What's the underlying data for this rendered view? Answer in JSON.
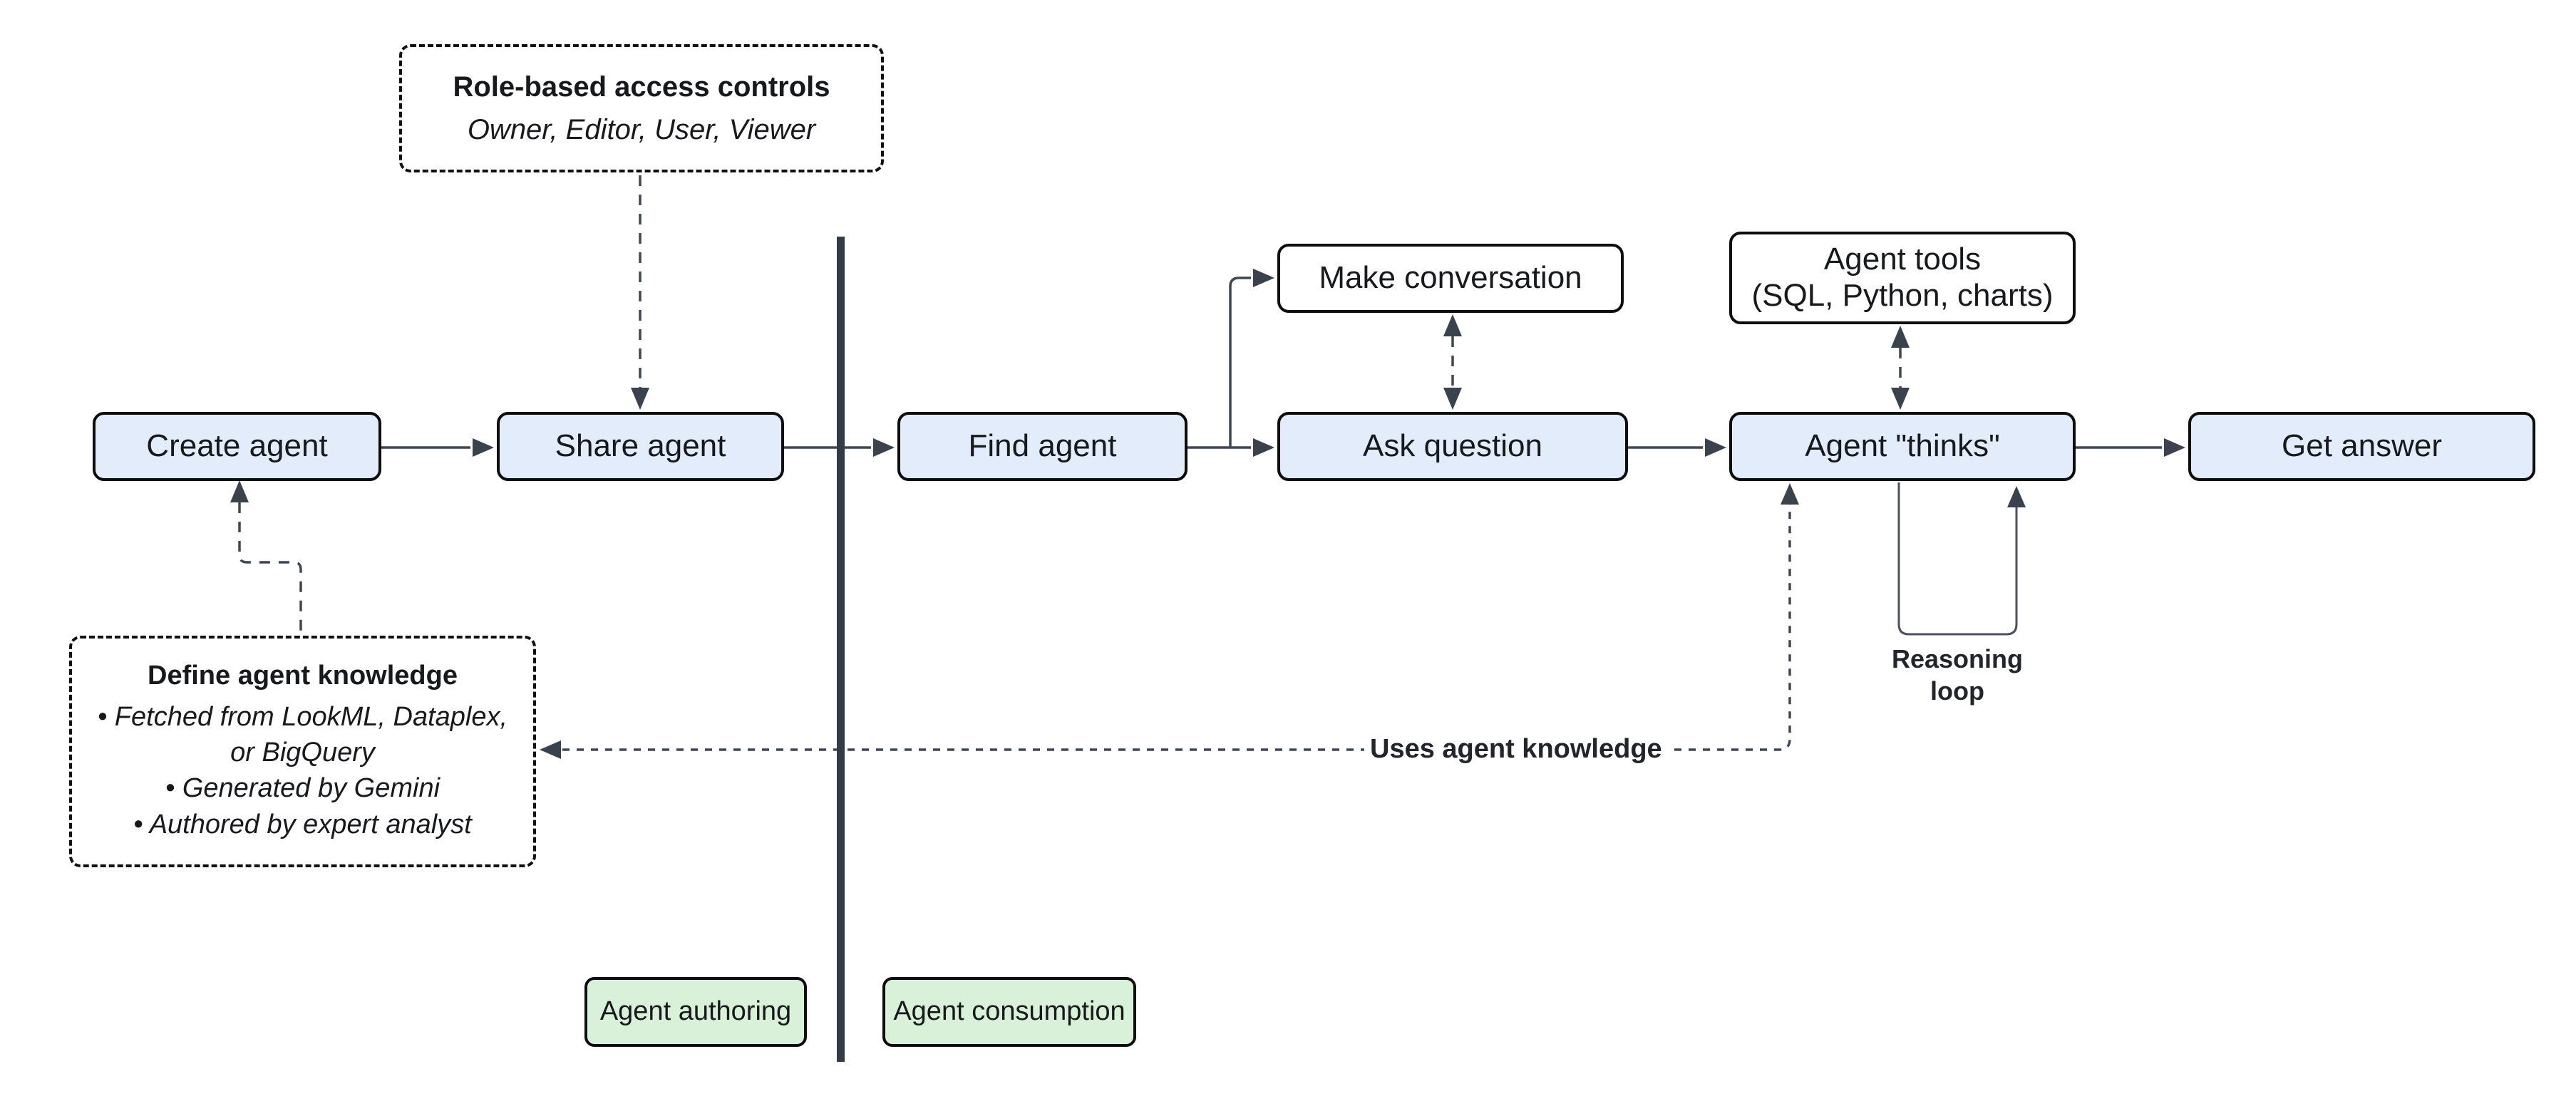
{
  "diagram": {
    "nodes": {
      "rbac": {
        "title": "Role-based access controls",
        "subtitle": "Owner, Editor, User, Viewer"
      },
      "create_agent": {
        "label": "Create agent"
      },
      "share_agent": {
        "label": "Share agent"
      },
      "find_agent": {
        "label": "Find agent"
      },
      "make_conversation": {
        "label": "Make conversation"
      },
      "ask_question": {
        "label": "Ask question"
      },
      "agent_tools": {
        "line1": "Agent tools",
        "line2": "(SQL, Python, charts)"
      },
      "agent_thinks": {
        "label": "Agent \"thinks\""
      },
      "get_answer": {
        "label": "Get answer"
      },
      "define_knowledge": {
        "title": "Define agent knowledge",
        "bullets": [
          "• Fetched from LookML, Dataplex, or BigQuery",
          "• Generated by Gemini",
          "• Authored by expert analyst"
        ]
      }
    },
    "labels": {
      "reasoning_loop": {
        "line1": "Reasoning",
        "line2": "loop"
      },
      "uses_agent_knowledge": "Uses agent knowledge"
    },
    "zones": {
      "agent_authoring": "Agent authoring",
      "agent_consumption": "Agent consumption"
    },
    "colors": {
      "node_fill_blue": "#e3ecfa",
      "node_fill_white": "#ffffff",
      "zone_fill_green": "#daf1d9",
      "node_border": "#0d0d0d",
      "connector": "#3e4752",
      "arrowhead": "#39424d",
      "divider": "#333b46",
      "text": "#17191c"
    }
  }
}
